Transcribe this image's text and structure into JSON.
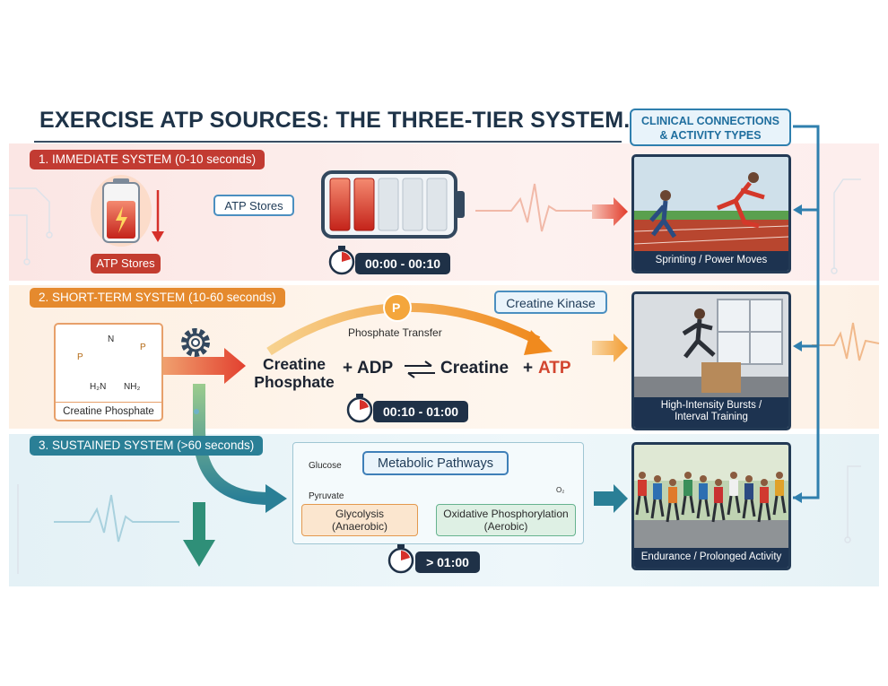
{
  "title": "EXERCISE ATP SOURCES: THE THREE-TIER SYSTEM.",
  "clinical_header": {
    "line1": "CLINICAL CONNECTIONS",
    "line2": "& ACTIVITY TYPES"
  },
  "sections": {
    "immediate": {
      "label": "1. IMMEDIATE SYSTEM (0-10 seconds)",
      "icon_label": "ATP Stores",
      "store_label": "ATP Stores",
      "battery_filled_cells": 2,
      "battery_total_cells": 5,
      "timer": "00:00 - 00:10",
      "activity": "Sprinting / Power Moves",
      "color": "#c23b32"
    },
    "short_term": {
      "label": "2. SHORT-TERM SYSTEM (10-60 seconds)",
      "molecule_label": "Creatine Phosphate",
      "molecule_atoms": {
        "n1": "N",
        "h2n": "H₂N",
        "nh2": "NH₂",
        "p1": "P",
        "p2": "P"
      },
      "enzyme": "Creatine Kinase",
      "phosphate_symbol": "P",
      "transfer_label": "Phosphate Transfer",
      "equation": {
        "reactant1_line1": "Creatine",
        "reactant1_line2": "Phosphate",
        "plus1": "+",
        "reactant2": "ADP",
        "product1": "Creatine",
        "plus2": "+",
        "product2": "ATP"
      },
      "timer": "00:10 - 01:00",
      "activity_line1": "High-Intensity Bursts /",
      "activity_line2": "Interval Training",
      "color": "#e58a2e"
    },
    "sustained": {
      "label": "3. SUSTAINED SYSTEM (>60 seconds)",
      "pathways_label": "Metabolic Pathways",
      "glucose": "Glucose",
      "pyruvate": "Pyruvate",
      "o2_label": "O₂",
      "glycolysis_line1": "Glycolysis",
      "glycolysis_line2": "(Anaerobic)",
      "oxphos_line1": "Oxidative Phosphorylation",
      "oxphos_line2": "(Aerobic)",
      "timer": "> 01:00",
      "activity": "Endurance / Prolonged Activity",
      "color": "#2a7f96"
    }
  }
}
